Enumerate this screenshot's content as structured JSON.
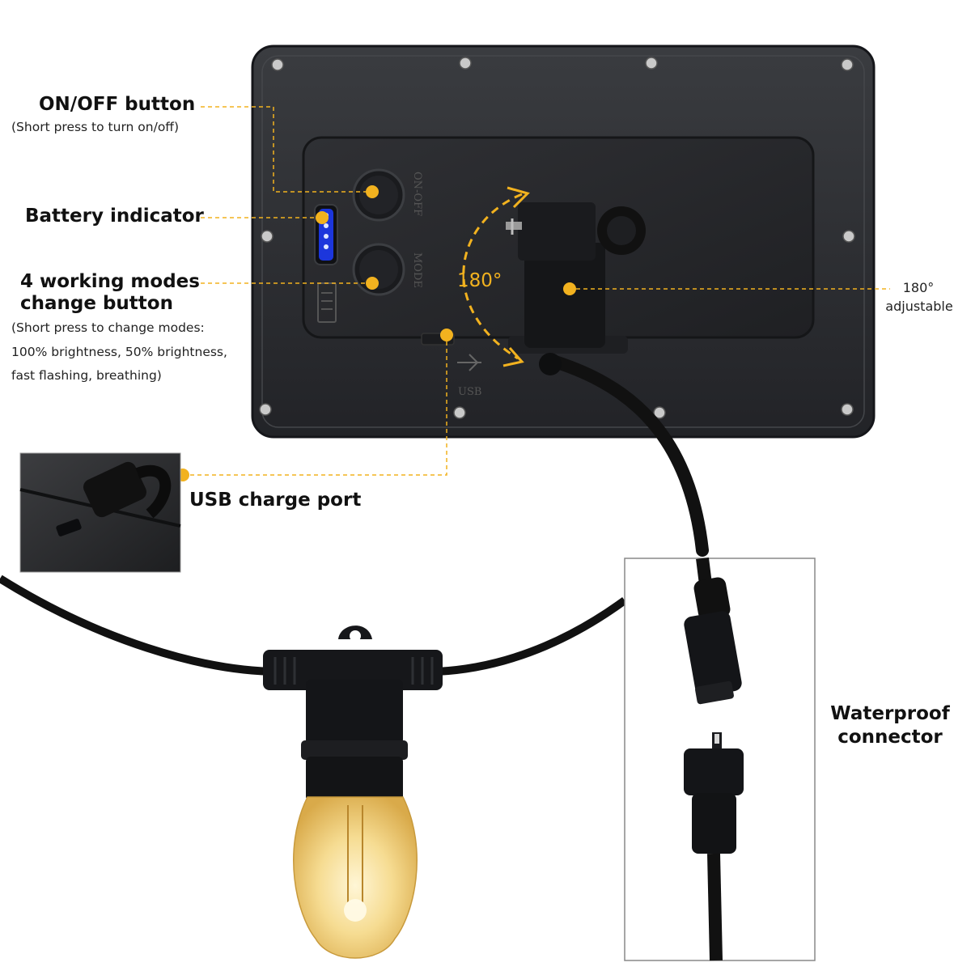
{
  "callouts": {
    "onoff": {
      "title": "ON/OFF button",
      "desc": "(Short press to turn on/off)"
    },
    "battery": {
      "title": "Battery indicator"
    },
    "modes": {
      "title_line1": "4 working modes",
      "title_line2": "change button",
      "desc_line1": "(Short press to change modes:",
      "desc_line2": "100% brightness, 50% brightness,",
      "desc_line3": "fast flashing, breathing)"
    },
    "usb": {
      "title": "USB charge port"
    },
    "rotation": {
      "angle": "180°",
      "note_line1": "180°",
      "note_line2": "adjustable"
    },
    "connector": {
      "title_line1": "Waterproof",
      "title_line2": "connector"
    }
  },
  "panel_markings": {
    "onoff": "ON-OFF",
    "mode": "MODE",
    "usb": "USB"
  },
  "battery_level": {
    "lit_segments": 4,
    "total_segments": 4
  },
  "colors": {
    "accent": "#f2b21f",
    "indicator": "#1f3dff",
    "panel": "#2b2d31"
  }
}
